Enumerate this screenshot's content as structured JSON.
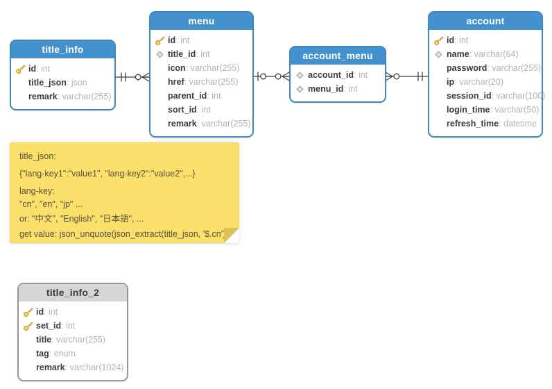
{
  "colors": {
    "table_header_blue": "#4392ce",
    "table_border_blue": "#4186bb",
    "table_header_gray": "#d5d5d5",
    "table_border_gray": "#979797",
    "note_bg": "#fbe16c",
    "field_name": "#3c3c3c",
    "field_type": "#b3b3b3",
    "connector": "#3f3f3f",
    "key_icon_gold": "#ffd75e",
    "key_icon_outline": "#cf9a2c"
  },
  "tables": [
    {
      "id": "title_info",
      "title": "title_info",
      "style": "blue",
      "fields": [
        {
          "icon": "key",
          "name": "id",
          "type": "int"
        },
        {
          "icon": "none",
          "name": "title_json",
          "type": "json"
        },
        {
          "icon": "none",
          "name": "remark",
          "type": "varchar(255)"
        }
      ]
    },
    {
      "id": "menu",
      "title": "menu",
      "style": "blue",
      "fields": [
        {
          "icon": "key",
          "name": "id",
          "type": "int"
        },
        {
          "icon": "diamond",
          "name": "title_id",
          "type": "int"
        },
        {
          "icon": "none",
          "name": "icon",
          "type": "varchar(255)"
        },
        {
          "icon": "none",
          "name": "href",
          "type": "varchar(255)"
        },
        {
          "icon": "none",
          "name": "parent_id",
          "type": "int"
        },
        {
          "icon": "none",
          "name": "sort_id",
          "type": "int"
        },
        {
          "icon": "none",
          "name": "remark",
          "type": "varchar(255)"
        }
      ]
    },
    {
      "id": "account_menu",
      "title": "account_menu",
      "style": "blue",
      "fields": [
        {
          "icon": "diamond",
          "name": "account_id",
          "type": "int"
        },
        {
          "icon": "diamond",
          "name": "menu_id",
          "type": "int"
        }
      ]
    },
    {
      "id": "account",
      "title": "account",
      "style": "blue",
      "fields": [
        {
          "icon": "key",
          "name": "id",
          "type": "int"
        },
        {
          "icon": "diamond",
          "name": "name",
          "type": "varchar(64)"
        },
        {
          "icon": "none",
          "name": "password",
          "type": "varchar(255)"
        },
        {
          "icon": "none",
          "name": "ip",
          "type": "varchar(20)"
        },
        {
          "icon": "none",
          "name": "session_id",
          "type": "varchar(100)"
        },
        {
          "icon": "none",
          "name": "login_time",
          "type": "varchar(50)"
        },
        {
          "icon": "none",
          "name": "refresh_time",
          "type": "datetime"
        }
      ]
    },
    {
      "id": "title_info_2",
      "title": "title_info_2",
      "style": "gray",
      "fields": [
        {
          "icon": "key",
          "name": "id",
          "type": "int"
        },
        {
          "icon": "key",
          "name": "set_id",
          "type": "int"
        },
        {
          "icon": "none",
          "name": "title",
          "type": "varchar(255)"
        },
        {
          "icon": "none",
          "name": "tag",
          "type": "enum"
        },
        {
          "icon": "none",
          "name": "remark",
          "type": "varchar(1024)"
        }
      ]
    }
  ],
  "relationships": [
    {
      "from": "title_info",
      "to": "menu",
      "from_marker": "one",
      "to_marker": "zero-many"
    },
    {
      "from": "menu",
      "to": "account_menu",
      "from_marker": "zero-one",
      "to_marker": "zero-many"
    },
    {
      "from": "account_menu",
      "to": "account",
      "from_marker": "zero-many",
      "to_marker": "one"
    }
  ],
  "note": {
    "lines": [
      "title_json:",
      "{\"lang-key1\":\"value1\", \"lang-key2\":\"value2\",...}",
      "lang-key:",
      "\"cn\", \"en\", \"jp\" ...",
      "or: \"中文\", \"English\", \"日本語\", ...",
      "get value: json_unquote(json_extract(title_json, '$.cn')"
    ]
  }
}
